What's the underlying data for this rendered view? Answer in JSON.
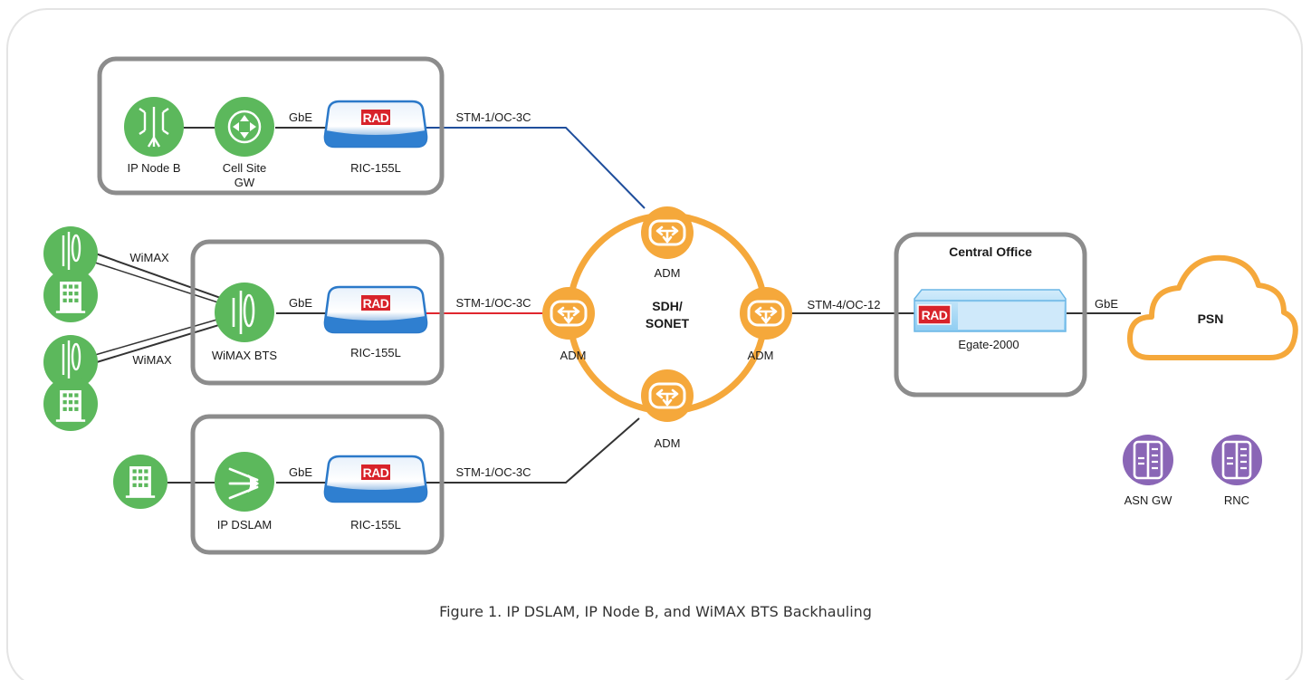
{
  "caption": "Figure 1. IP DSLAM, IP Node B, and WiMAX BTS Backhauling",
  "devices": {
    "ric_brand": "RAD",
    "ric_top": "RIC-155L",
    "ric_mid": "RIC-155L",
    "ric_bot": "RIC-155L",
    "egate_brand": "RAD",
    "egate": "Egate-2000"
  },
  "nodes": {
    "ip_node_b": "IP Node B",
    "cell_site_gw_line1": "Cell Site",
    "cell_site_gw_line2": "GW",
    "wimax_bts": "WiMAX BTS",
    "ip_dslam": "IP DSLAM",
    "asn_gw": "ASN GW",
    "rnc": "RNC",
    "psn": "PSN"
  },
  "ring": {
    "title_line1": "SDH/",
    "title_line2": "SONET",
    "adm_top": "ADM",
    "adm_left": "ADM",
    "adm_right": "ADM",
    "adm_bottom": "ADM"
  },
  "central_office": "Central Office",
  "links": {
    "gbe_top": "GbE",
    "gbe_mid": "GbE",
    "gbe_bot": "GbE",
    "gbe_psn": "GbE",
    "stm1_top": "STM-1/OC-3C",
    "stm1_mid": "STM-1/OC-3C",
    "stm1_bot": "STM-1/OC-3C",
    "stm4": "STM-4/OC-12",
    "wimax_upper": "WiMAX",
    "wimax_lower": "WiMAX"
  },
  "colors": {
    "green": "#5cb85c",
    "orange": "#f5a83b",
    "purple": "#8a66b6",
    "blue_link": "#1f4e9c",
    "red_link": "#e0262e",
    "rad_red": "#d8232a",
    "frame_gray": "#8c8c8c"
  }
}
